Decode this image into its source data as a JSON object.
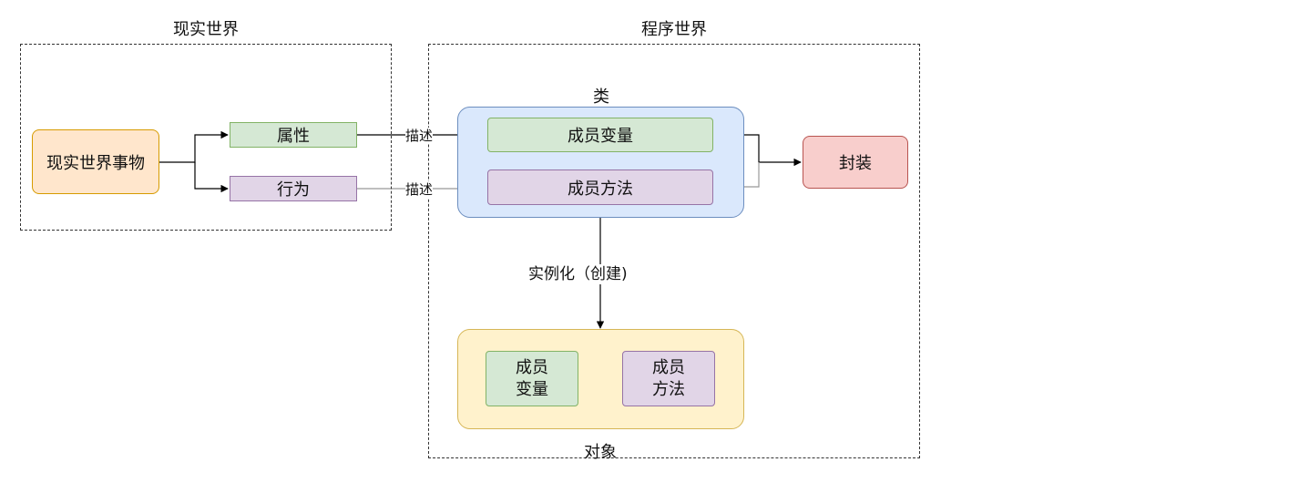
{
  "real_world": {
    "title": "现实世界",
    "thing": "现实世界事物",
    "attribute": "属性",
    "behavior": "行为"
  },
  "program_world": {
    "title": "程序世界",
    "class_title": "类",
    "member_variable": "成员变量",
    "member_method": "成员方法",
    "encapsulation": "封装",
    "instantiation_label": "实例化（创建)",
    "object_title": "对象",
    "object_var_line1": "成员",
    "object_var_line2": "变量",
    "object_method_line1": "成员",
    "object_method_line2": "方法"
  },
  "edges": {
    "describe_1": "描述",
    "describe_2": "描述"
  },
  "colors": {
    "green_fill": "#d5e8d4",
    "purple_fill": "#e1d5e7",
    "orange_fill": "#ffe6cc",
    "red_fill": "#f8cecc",
    "class_fill": "#dae8fc",
    "object_fill": "#fff2cc"
  }
}
